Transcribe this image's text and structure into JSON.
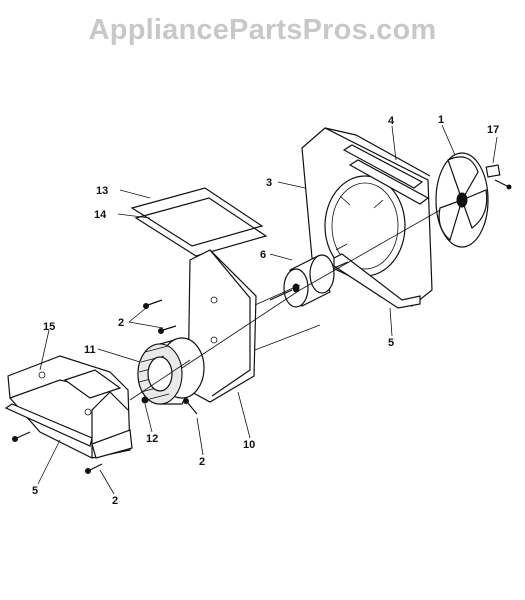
{
  "watermark": "AppliancePartsPros.com",
  "callouts": {
    "c1": "1",
    "c2a": "2",
    "c2b": "2",
    "c2c": "2",
    "c3": "3",
    "c4": "4",
    "c5a": "5",
    "c5b": "5",
    "c6": "6",
    "c10": "10",
    "c11": "11",
    "c12": "12",
    "c13": "13",
    "c14": "14",
    "c15": "15",
    "c17": "17"
  }
}
